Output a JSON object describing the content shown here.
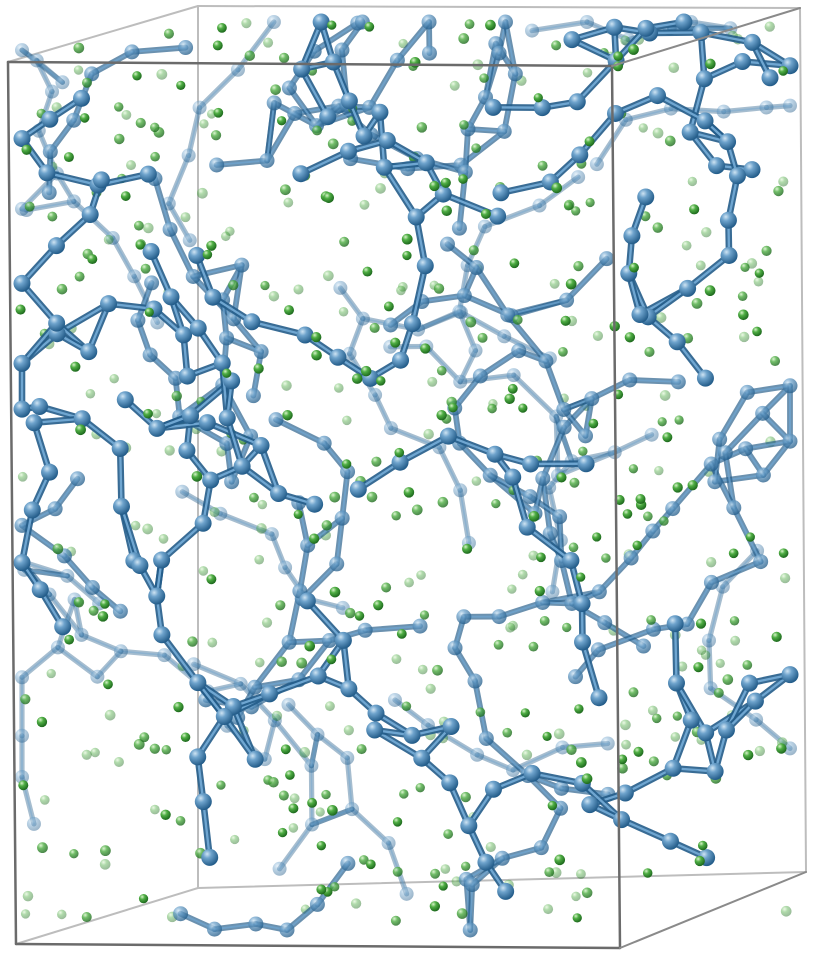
{
  "scene": {
    "description_free": true,
    "background_color": "#ffffff",
    "cell_edge_front_color": "#6b6b6b",
    "cell_edge_back_color": "#b4b4b4",
    "framework_atom_color": "#3a78a8",
    "framework_atom_highlight": "#9fc6e2",
    "framework_bond_color": "#3d7fb0",
    "guest_atom_color": "#2f8f2f",
    "guest_atom_highlight": "#b4e3a6",
    "far_layer_opacity": 0.45,
    "mid_layer_opacity": 0.75,
    "near_layer_opacity": 1.0,
    "random_seed": 20240917,
    "framework_atom_count": 420,
    "guest_atom_count": 470
  }
}
